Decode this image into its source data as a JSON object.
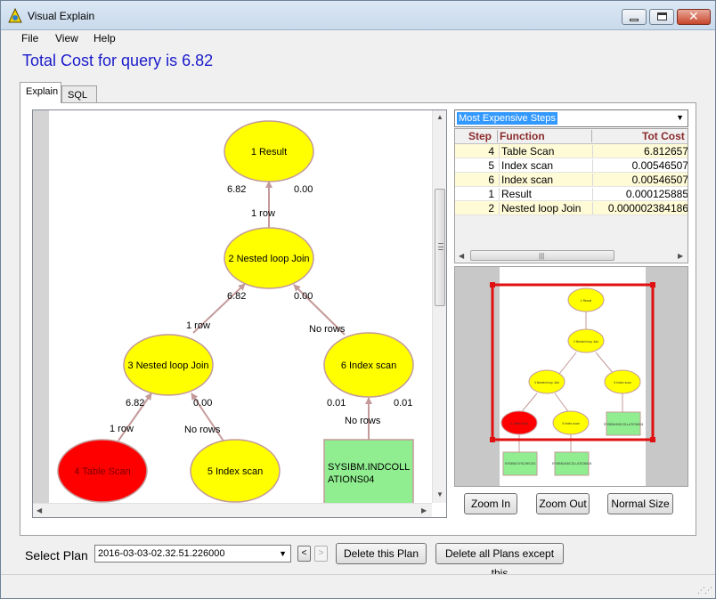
{
  "window": {
    "title": "Visual Explain"
  },
  "menu": [
    "File",
    "View",
    "Help"
  ],
  "summary": {
    "title": "Total Cost for query is 6.82"
  },
  "tabs": [
    {
      "label": "Explain",
      "active": true
    },
    {
      "label": "SQL",
      "active": false
    }
  ],
  "graph": {
    "nodes": [
      {
        "id": "1",
        "label": "1 Result",
        "color": "#ffff00",
        "shape": "ellipse"
      },
      {
        "id": "2",
        "label": "2 Nested loop Join",
        "color": "#ffff00",
        "shape": "ellipse"
      },
      {
        "id": "3",
        "label": "3 Nested loop Join",
        "color": "#ffff00",
        "shape": "ellipse"
      },
      {
        "id": "6",
        "label": "6 Index scan",
        "color": "#ffff00",
        "shape": "ellipse"
      },
      {
        "id": "4",
        "label": "4 Table Scan",
        "color": "#ff0000",
        "shape": "ellipse"
      },
      {
        "id": "5",
        "label": "5 Index scan",
        "color": "#ffff00",
        "shape": "ellipse"
      },
      {
        "id": "t1",
        "label": [
          "SYSIBM.INDCOLL",
          "ATIONS04"
        ],
        "color": "#90ee90",
        "shape": "rect"
      }
    ],
    "edge_labels": [
      {
        "edge": "2-1",
        "left_cost": "6.82",
        "right_cost": "0.00",
        "rows": "1 row"
      },
      {
        "edge": "3-2",
        "left_cost": "6.82",
        "right_cost": "",
        "rows": "1 row"
      },
      {
        "edge": "6-2",
        "left_cost": "",
        "right_cost": "0.00",
        "rows": "No rows"
      },
      {
        "edge": "4-3",
        "left_cost": "6.82",
        "right_cost": "",
        "rows": "1 row"
      },
      {
        "edge": "5-3",
        "left_cost": "",
        "right_cost": "0.00",
        "rows": "No rows"
      },
      {
        "edge": "t1-6",
        "left_cost": "0.01",
        "right_cost": "0.01",
        "rows": "No rows"
      }
    ],
    "edge_color": "#c49a9a"
  },
  "steps": {
    "selector": "Most Expensive Steps",
    "columns": [
      "Step",
      "Function",
      "Tot Cost"
    ],
    "rows": [
      {
        "step": "4",
        "function": "Table Scan",
        "cost": "6.812657"
      },
      {
        "step": "5",
        "function": "Index scan",
        "cost": "0.00546507"
      },
      {
        "step": "6",
        "function": "Index scan",
        "cost": "0.00546507"
      },
      {
        "step": "1",
        "function": "Result",
        "cost": "0.000125885"
      },
      {
        "step": "2",
        "function": "Nested loop Join",
        "cost": "0.000002384186"
      }
    ]
  },
  "minimap": {
    "labels": {
      "n1": "1 Result",
      "n2": "2 Nested loop Join",
      "n3": "3 Nested loop Join",
      "n6": "6 Index scan",
      "n4": "4 Table Scan",
      "n5": "5 Index scan",
      "t1": "SYSIBM.INDCOLLATIONS04",
      "t2": "SYSIBM.SYSCHECKS",
      "t3": "SYSIBM.INDCOLLATIONS04"
    },
    "viewport_color": "#e01010"
  },
  "zoom_buttons": {
    "zoom_in": "Zoom In",
    "zoom_out": "Zoom Out",
    "normal": "Normal Size"
  },
  "plan": {
    "label": "Select Plan",
    "selected": "2016-03-03-02.32.51.226000",
    "prev": "<",
    "next": ">",
    "delete_this": "Delete this Plan",
    "delete_all": "Delete all Plans except this"
  }
}
